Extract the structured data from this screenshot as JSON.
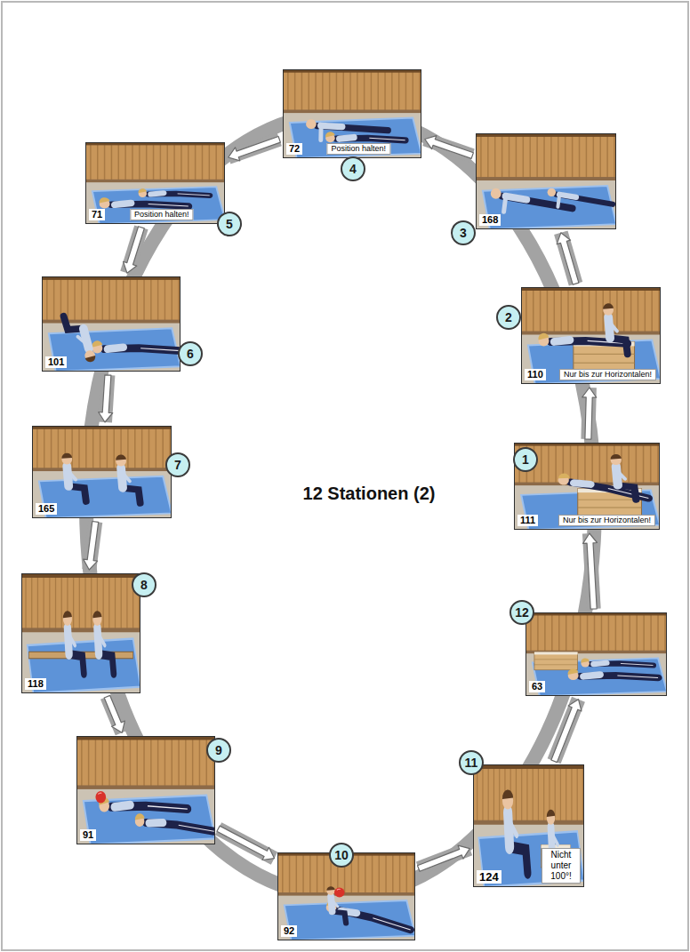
{
  "diagram": {
    "title": "12 Stationen (2)",
    "nodes": [
      {
        "text": [
          "111",
          "Nur bis zur Horizontalen!"
        ]
      },
      {
        "text": [
          "1"
        ]
      },
      {
        "text": [
          "110",
          "Nur bis zur Horizontalen!"
        ]
      },
      {
        "text": [
          "2"
        ]
      },
      {
        "text": [
          "168"
        ]
      },
      {
        "text": [
          "3"
        ]
      },
      {
        "text": [
          "72",
          "Position halten!"
        ]
      },
      {
        "text": [
          "4"
        ]
      },
      {
        "text": [
          "71",
          "Position halten!"
        ]
      },
      {
        "text": [
          "5"
        ]
      },
      {
        "text": [
          "101"
        ]
      },
      {
        "text": [
          "6"
        ]
      },
      {
        "text": [
          "165"
        ]
      },
      {
        "text": [
          "7"
        ]
      },
      {
        "text": [
          "118"
        ]
      },
      {
        "text": [
          "8"
        ]
      },
      {
        "text": [
          "91"
        ]
      },
      {
        "text": [
          "9"
        ]
      },
      {
        "text": [
          "92"
        ]
      },
      {
        "text": [
          "10"
        ]
      },
      {
        "text": [
          "124",
          "Nicht unter 100°!"
        ]
      },
      {
        "text": [
          "11"
        ]
      },
      {
        "text": [
          "63"
        ]
      },
      {
        "text": [
          "12"
        ]
      }
    ],
    "edges": [
      {
        "from": 0,
        "to": 2,
        "arrow": "to"
      },
      {
        "from": 2,
        "to": 4,
        "arrow": "to"
      },
      {
        "from": 4,
        "to": 6,
        "arrow": "to"
      },
      {
        "from": 6,
        "to": 8,
        "arrow": "to"
      },
      {
        "from": 8,
        "to": 10,
        "arrow": "to"
      },
      {
        "from": 10,
        "to": 12,
        "arrow": "to"
      },
      {
        "from": 12,
        "to": 14,
        "arrow": "to"
      },
      {
        "from": 14,
        "to": 16,
        "arrow": "to"
      },
      {
        "from": 16,
        "to": 18,
        "arrow": "to"
      },
      {
        "from": 18,
        "to": 20,
        "arrow": "to"
      },
      {
        "from": 20,
        "to": 22,
        "arrow": "to"
      },
      {
        "from": 22,
        "to": 0,
        "arrow": "to"
      }
    ]
  }
}
